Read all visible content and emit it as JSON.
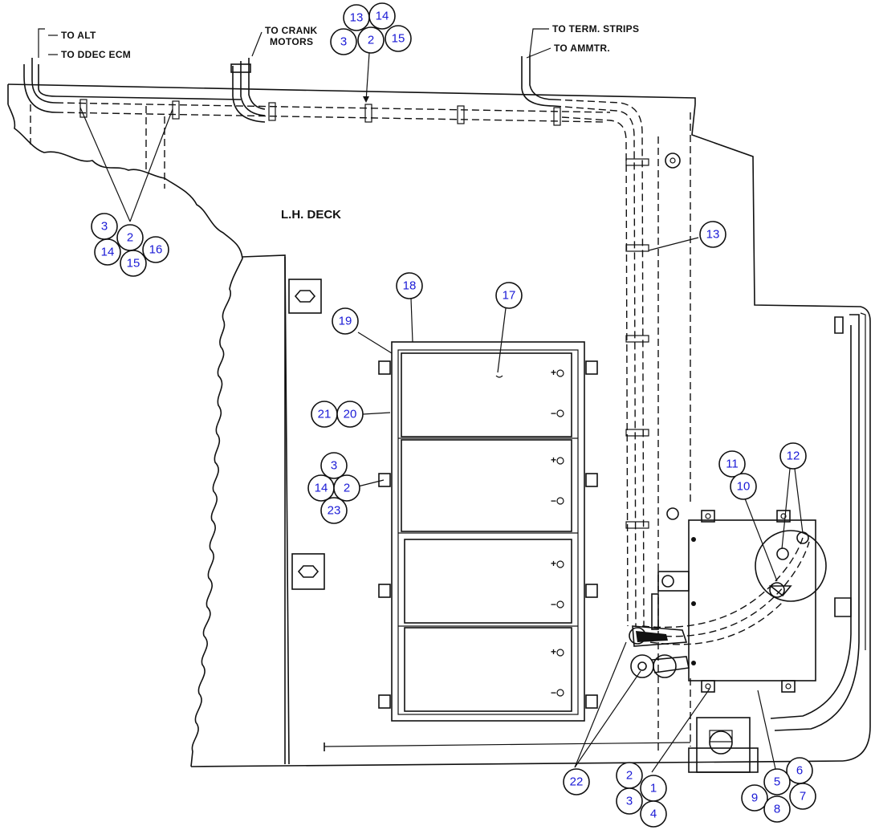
{
  "labels": {
    "to_alt": "TO ALT",
    "to_ddec": "TO DDEC ECM",
    "to_crank_1": "TO CRANK",
    "to_crank_2": "MOTORS",
    "to_term": "TO TERM. STRIPS",
    "to_ammtr": "TO AMMTR.",
    "deck": "L.H. DECK"
  },
  "callouts": {
    "top_cluster": [
      "13",
      "14",
      "3",
      "2",
      "15"
    ],
    "left_cluster": [
      "3",
      "2",
      "16",
      "14",
      "15"
    ],
    "c13": "13",
    "c18": "18",
    "c17": "17",
    "c19": "19",
    "c21": "21",
    "c20": "20",
    "mid_cluster": [
      "3",
      "14",
      "2",
      "23"
    ],
    "c11": "11",
    "c10": "10",
    "c12": "12",
    "c22": "22",
    "bottom_cluster": [
      "2",
      "1",
      "3",
      "4"
    ],
    "right_cluster": [
      "6",
      "5",
      "9",
      "7",
      "8"
    ]
  },
  "battery_marks": {
    "pos": "+",
    "neg": "−"
  }
}
